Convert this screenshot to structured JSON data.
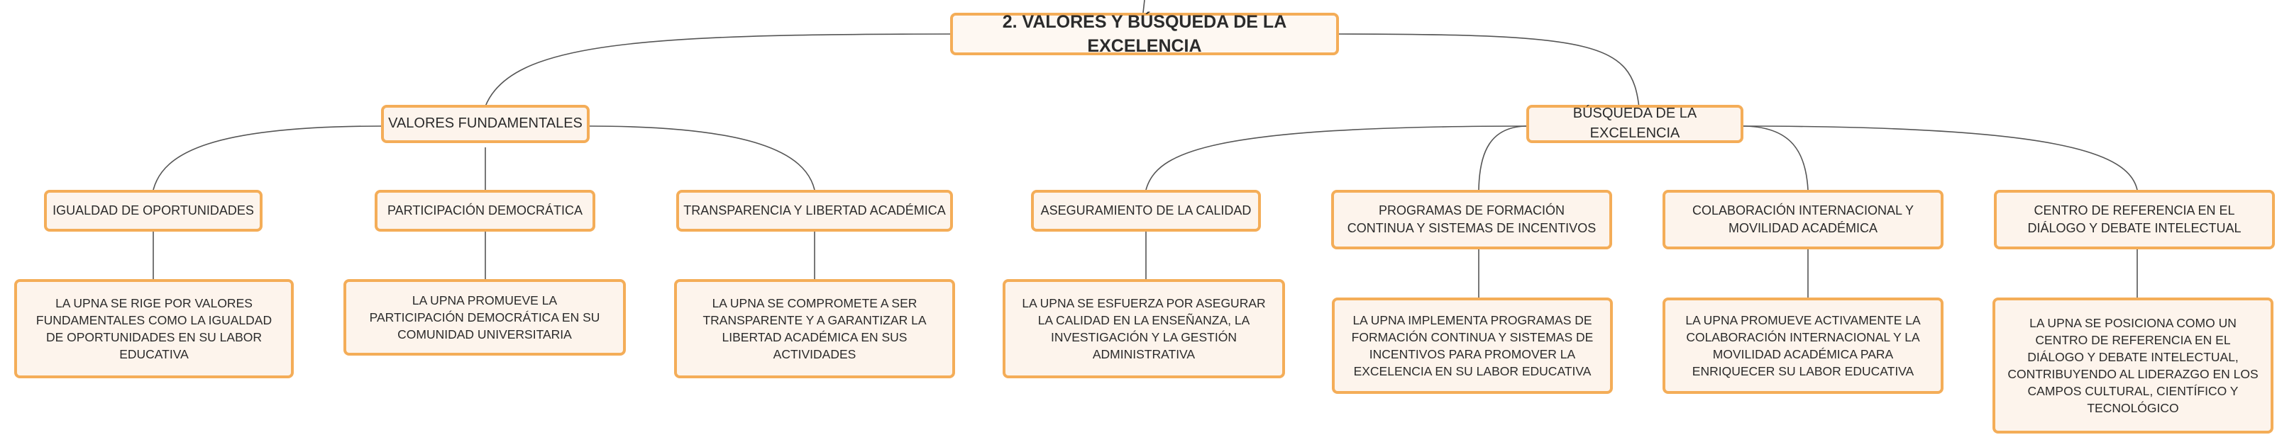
{
  "root": "2. VALORES Y BÚSQUEDA DE LA EXCELENCIA",
  "valores": {
    "title": "VALORES FUNDAMENTALES",
    "items": [
      {
        "title": "IGUALDAD DE OPORTUNIDADES",
        "text": "LA UPNA SE RIGE POR VALORES FUNDAMENTALES COMO LA IGUALDAD DE OPORTUNIDADES EN SU LABOR EDUCATIVA"
      },
      {
        "title": "PARTICIPACIÓN DEMOCRÁTICA",
        "text": "LA UPNA PROMUEVE LA PARTICIPACIÓN DEMOCRÁTICA EN SU COMUNIDAD UNIVERSITARIA"
      },
      {
        "title": "TRANSPARENCIA Y LIBERTAD ACADÉMICA",
        "text": "LA UPNA SE COMPROMETE A SER TRANSPARENTE Y A GARANTIZAR LA LIBERTAD ACADÉMICA EN SUS ACTIVIDADES"
      }
    ]
  },
  "excelencia": {
    "title": "BÚSQUEDA DE LA EXCELENCIA",
    "items": [
      {
        "title": "ASEGURAMIENTO DE LA CALIDAD",
        "text": "LA UPNA SE ESFUERZA POR ASEGURAR LA CALIDAD EN LA ENSEÑANZA, LA INVESTIGACIÓN Y LA GESTIÓN ADMINISTRATIVA"
      },
      {
        "title": "PROGRAMAS DE FORMACIÓN CONTINUA Y SISTEMAS DE INCENTIVOS",
        "text": "LA UPNA IMPLEMENTA PROGRAMAS DE FORMACIÓN CONTINUA Y SISTEMAS DE INCENTIVOS PARA PROMOVER LA EXCELENCIA EN SU LABOR EDUCATIVA"
      },
      {
        "title": "COLABORACIÓN INTERNACIONAL Y MOVILIDAD ACADÉMICA",
        "text": "LA UPNA PROMUEVE ACTIVAMENTE LA COLABORACIÓN INTERNACIONAL Y LA MOVILIDAD ACADÉMICA PARA ENRIQUECER SU LABOR EDUCATIVA"
      },
      {
        "title": "CENTRO DE REFERENCIA EN EL DIÁLOGO Y DEBATE INTELECTUAL",
        "text": "LA UPNA SE POSICIONA COMO UN CENTRO DE REFERENCIA EN EL DIÁLOGO Y DEBATE INTELECTUAL, CONTRIBUYENDO AL LIDERAZGO EN LOS CAMPOS CULTURAL, CIENTÍFICO Y TECNOLÓGICO"
      }
    ]
  },
  "colors": {
    "border": "#f4ad58",
    "fill": "#fdf4ec",
    "connector": "#555555"
  }
}
